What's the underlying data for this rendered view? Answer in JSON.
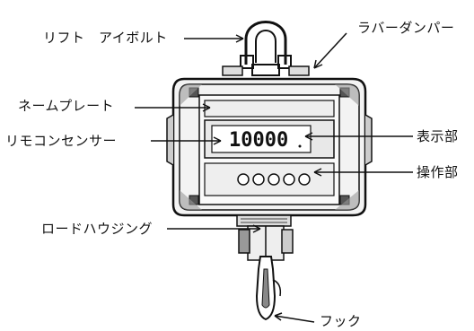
{
  "labels": {
    "lift_eyebolt": "リフト　アイボルト",
    "rubber_damper": "ラバーダンパー",
    "name_plate": "ネームプレート",
    "remote_sensor": "リモコンセンサー",
    "display": "表示部",
    "operation": "操作部",
    "load_housing": "ロードハウジング",
    "hook": "フック"
  },
  "display_value": "10000",
  "colors": {
    "line": "#111111",
    "shade": "#9a9a9a",
    "background": "#ffffff"
  }
}
